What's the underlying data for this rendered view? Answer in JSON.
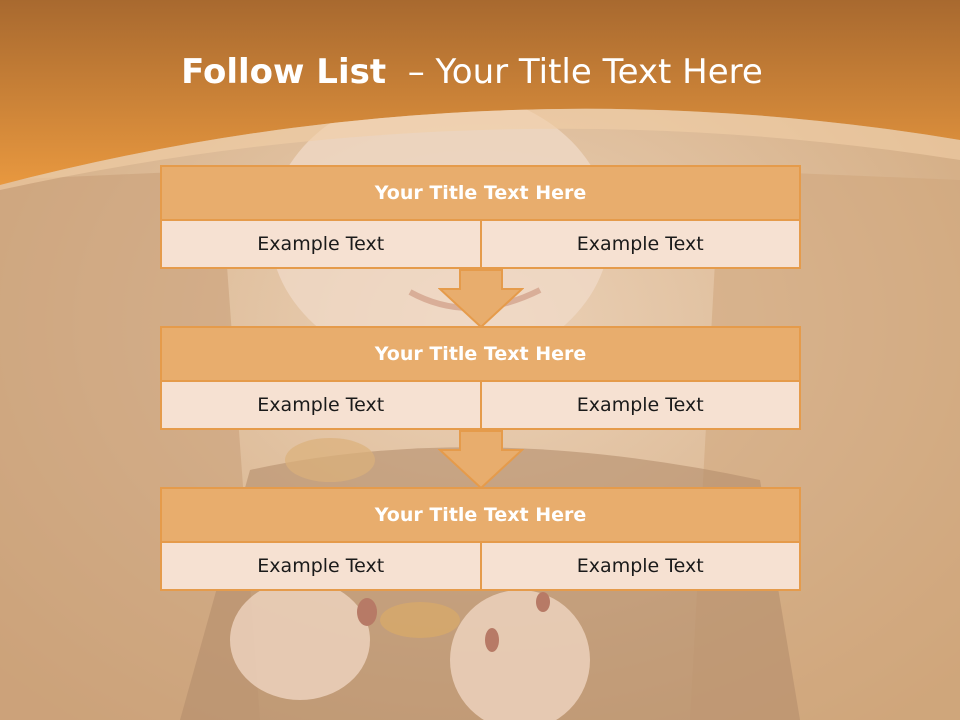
{
  "title": {
    "bold": "Follow List",
    "rest": "  – Your Title Text Here"
  },
  "blocks": [
    {
      "heading": "Your Title Text Here",
      "left": "Example Text",
      "right": "Example Text"
    },
    {
      "heading": "Your Title Text Here",
      "left": "Example Text",
      "right": "Example Text"
    },
    {
      "heading": "Your Title Text Here",
      "left": "Example Text",
      "right": "Example Text"
    }
  ],
  "colors": {
    "header_orange": "#e8983f",
    "box_fill": "#e8ad6d",
    "box_border": "#e59b4b",
    "cell_fill": "#f6e1d2"
  }
}
